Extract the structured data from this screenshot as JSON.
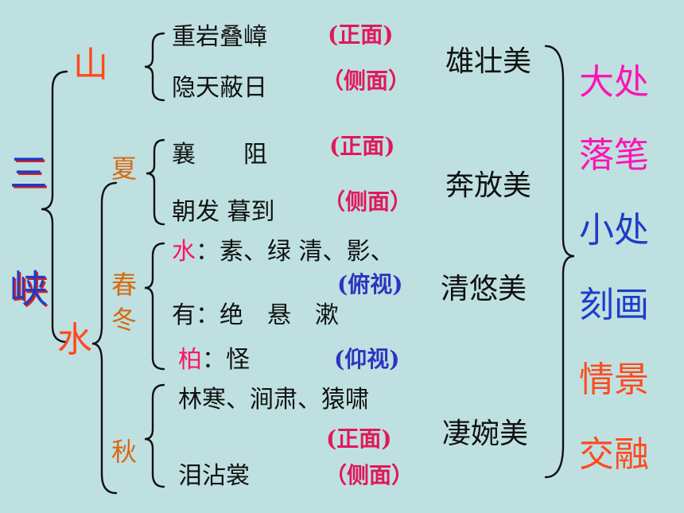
{
  "topic": {
    "char1": "三",
    "char2": "峡",
    "color": "#1e3cc8",
    "shadow": "#e0201a"
  },
  "mountain": {
    "label": "山",
    "color": "#ff4a1e"
  },
  "water": {
    "label": "水",
    "color": "#ff4a1e"
  },
  "seasons": {
    "summer": "夏",
    "spring_winter_1": "春",
    "spring_winter_2": "冬",
    "autumn": "秋",
    "color": "#d86a10"
  },
  "mountain_lines": {
    "line1": "重岩叠嶂",
    "tag1": "(正面)",
    "line2": "隐天蔽日",
    "tag2": "（侧面）"
  },
  "summer_lines": {
    "line1": "襄　　阻",
    "tag1": "(正面)",
    "line2": "朝发 暮到",
    "tag2": "（侧面）"
  },
  "spring_lines": {
    "water_key": "水",
    "water_colon": "：",
    "water_text": "素、绿 清、影、",
    "tag1": "(俯视)",
    "rock_key": "有",
    "rock_text": "：绝　悬　漱",
    "cypress_key": "柏",
    "cypress_text": "：怪",
    "tag2": "(仰视)"
  },
  "autumn_lines": {
    "line1": "林寒、涧肃、猿啸",
    "tag1": "(正面)",
    "line2": "泪沾裳",
    "tag2": "（侧面）"
  },
  "beauty": {
    "b1": "雄壮美",
    "b2": "奔放美",
    "b3": "清悠美",
    "b4": "凄婉美"
  },
  "summary": {
    "r1": "大处",
    "r2": "落笔",
    "r3": "小处",
    "r4": "刻画",
    "r5": "情景",
    "r6": "交融",
    "c1": "#ff14b4",
    "c2": "#ff14b4",
    "c3": "#1e3cc8",
    "c4": "#1e3cc8",
    "c5": "#ff4a1e",
    "c6": "#ff4a1e"
  },
  "colors": {
    "tag_magenta": "#e0185a",
    "tag_blue": "#2a36c0",
    "key_magenta": "#ff1464"
  }
}
